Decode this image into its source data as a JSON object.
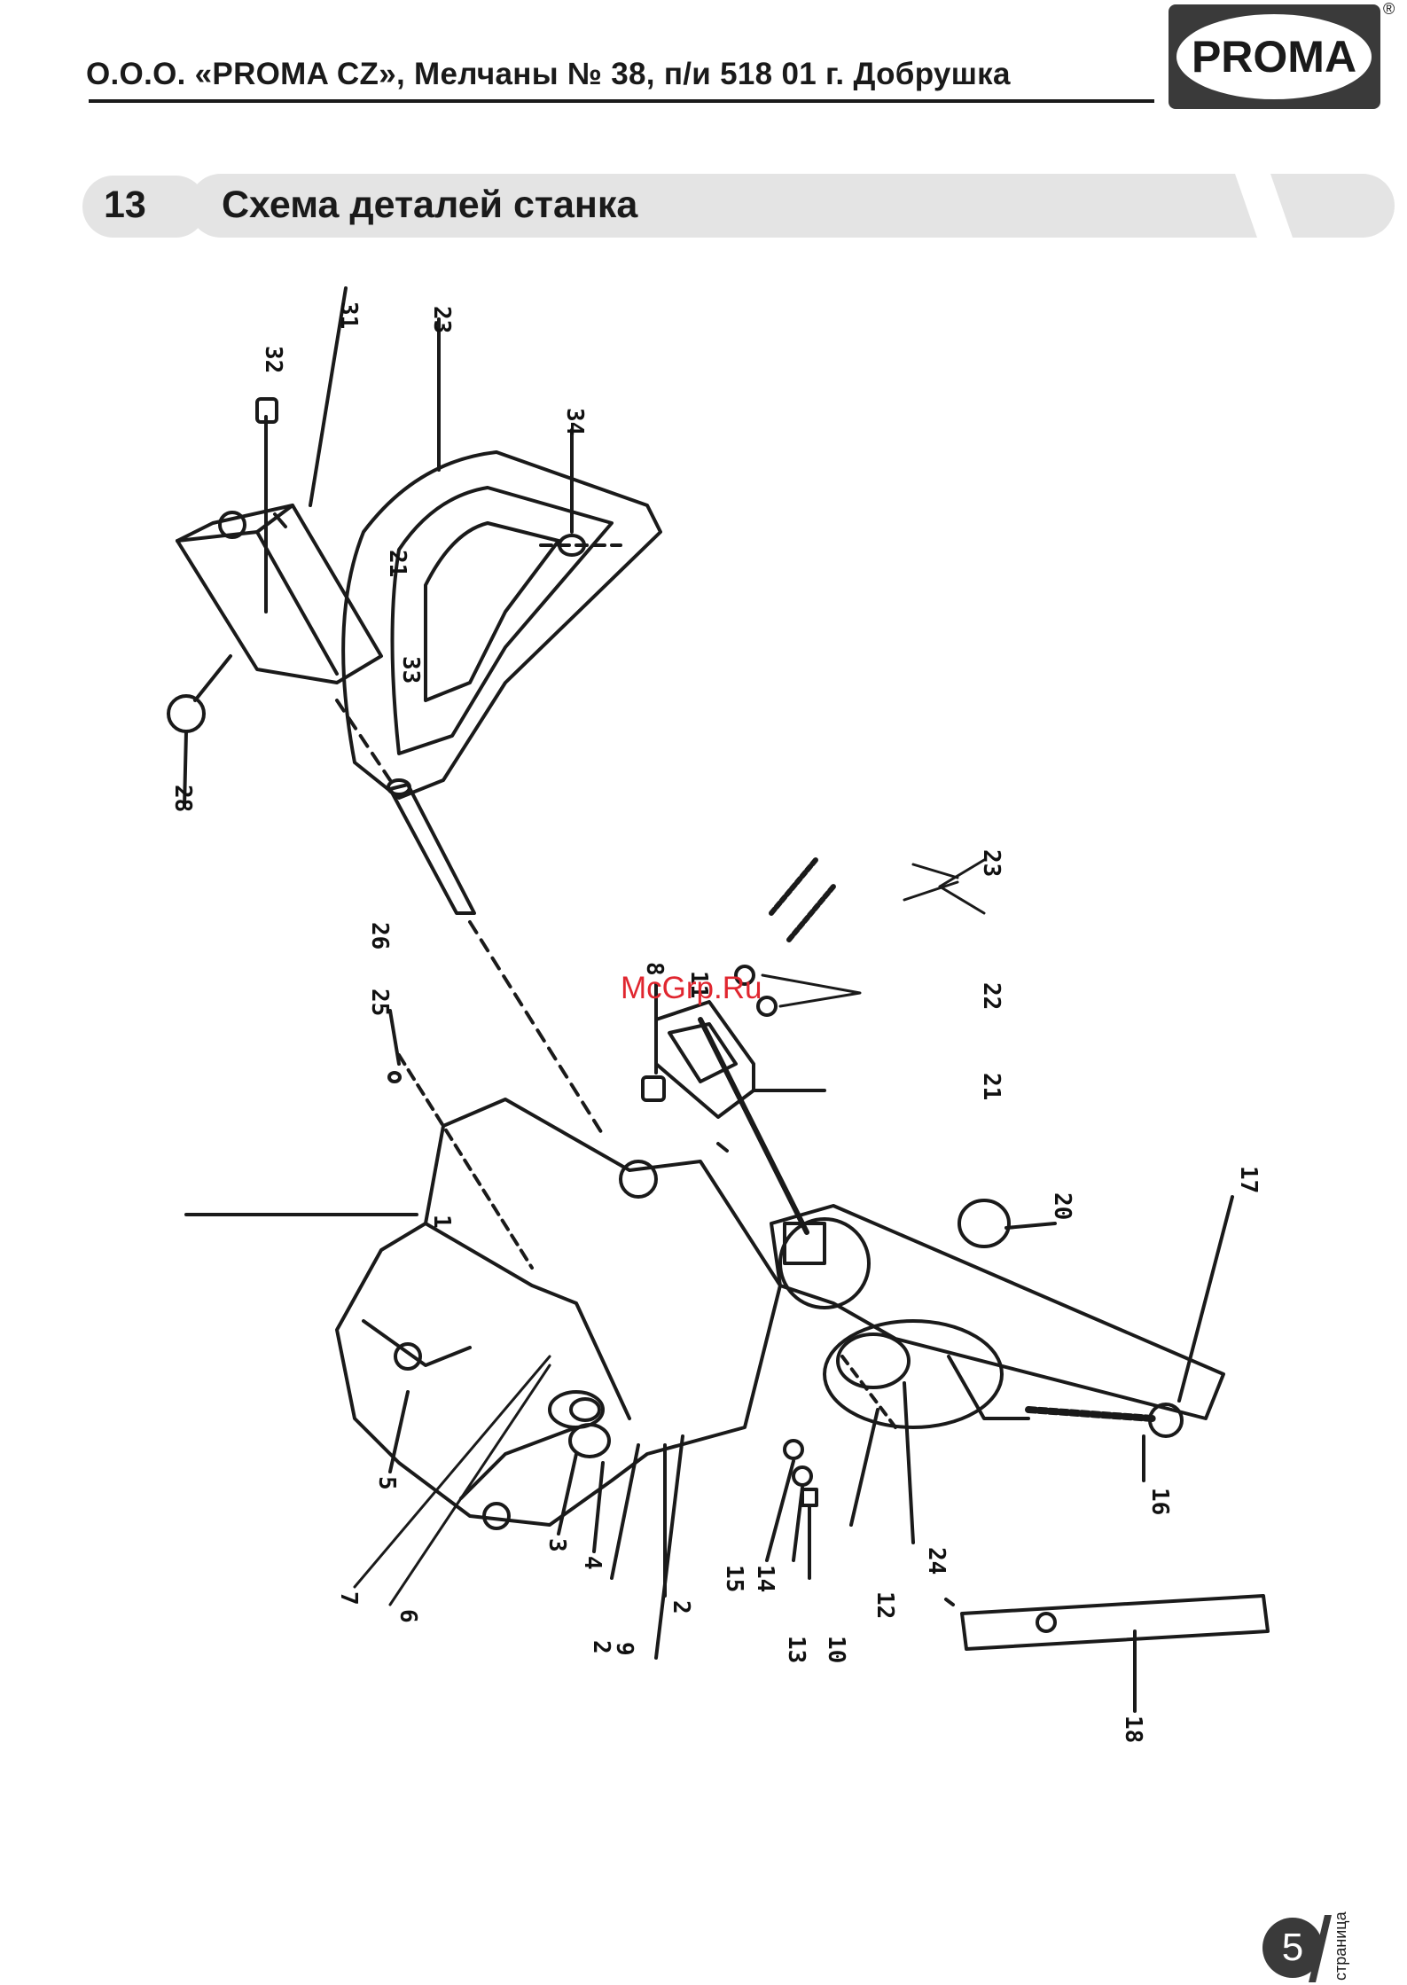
{
  "header": {
    "company_line": "О.О.О. «PROMA CZ», Мелчаны № 38, п/и 518 01 г. Добрушка",
    "logo_text": "PROMA",
    "registered_mark": "®"
  },
  "section": {
    "number": "13",
    "title": "Схема деталей станка"
  },
  "diagram": {
    "labels": [
      "31",
      "32",
      "23",
      "34",
      "21",
      "33",
      "28",
      "26",
      "23",
      "22",
      "21",
      "25",
      "8",
      "11",
      "20",
      "17",
      "16",
      "1",
      "5",
      "6",
      "7",
      "3",
      "4",
      "2",
      "9",
      "2",
      "15",
      "14",
      "13",
      "10",
      "12",
      "24",
      "18"
    ]
  },
  "watermark": "McGrp.Ru",
  "footer": {
    "page_number": "5",
    "page_word": "страница"
  },
  "colors": {
    "accent": "#e0262f",
    "section_bar": "#e4e4e4",
    "ink": "#1a1a1a"
  }
}
